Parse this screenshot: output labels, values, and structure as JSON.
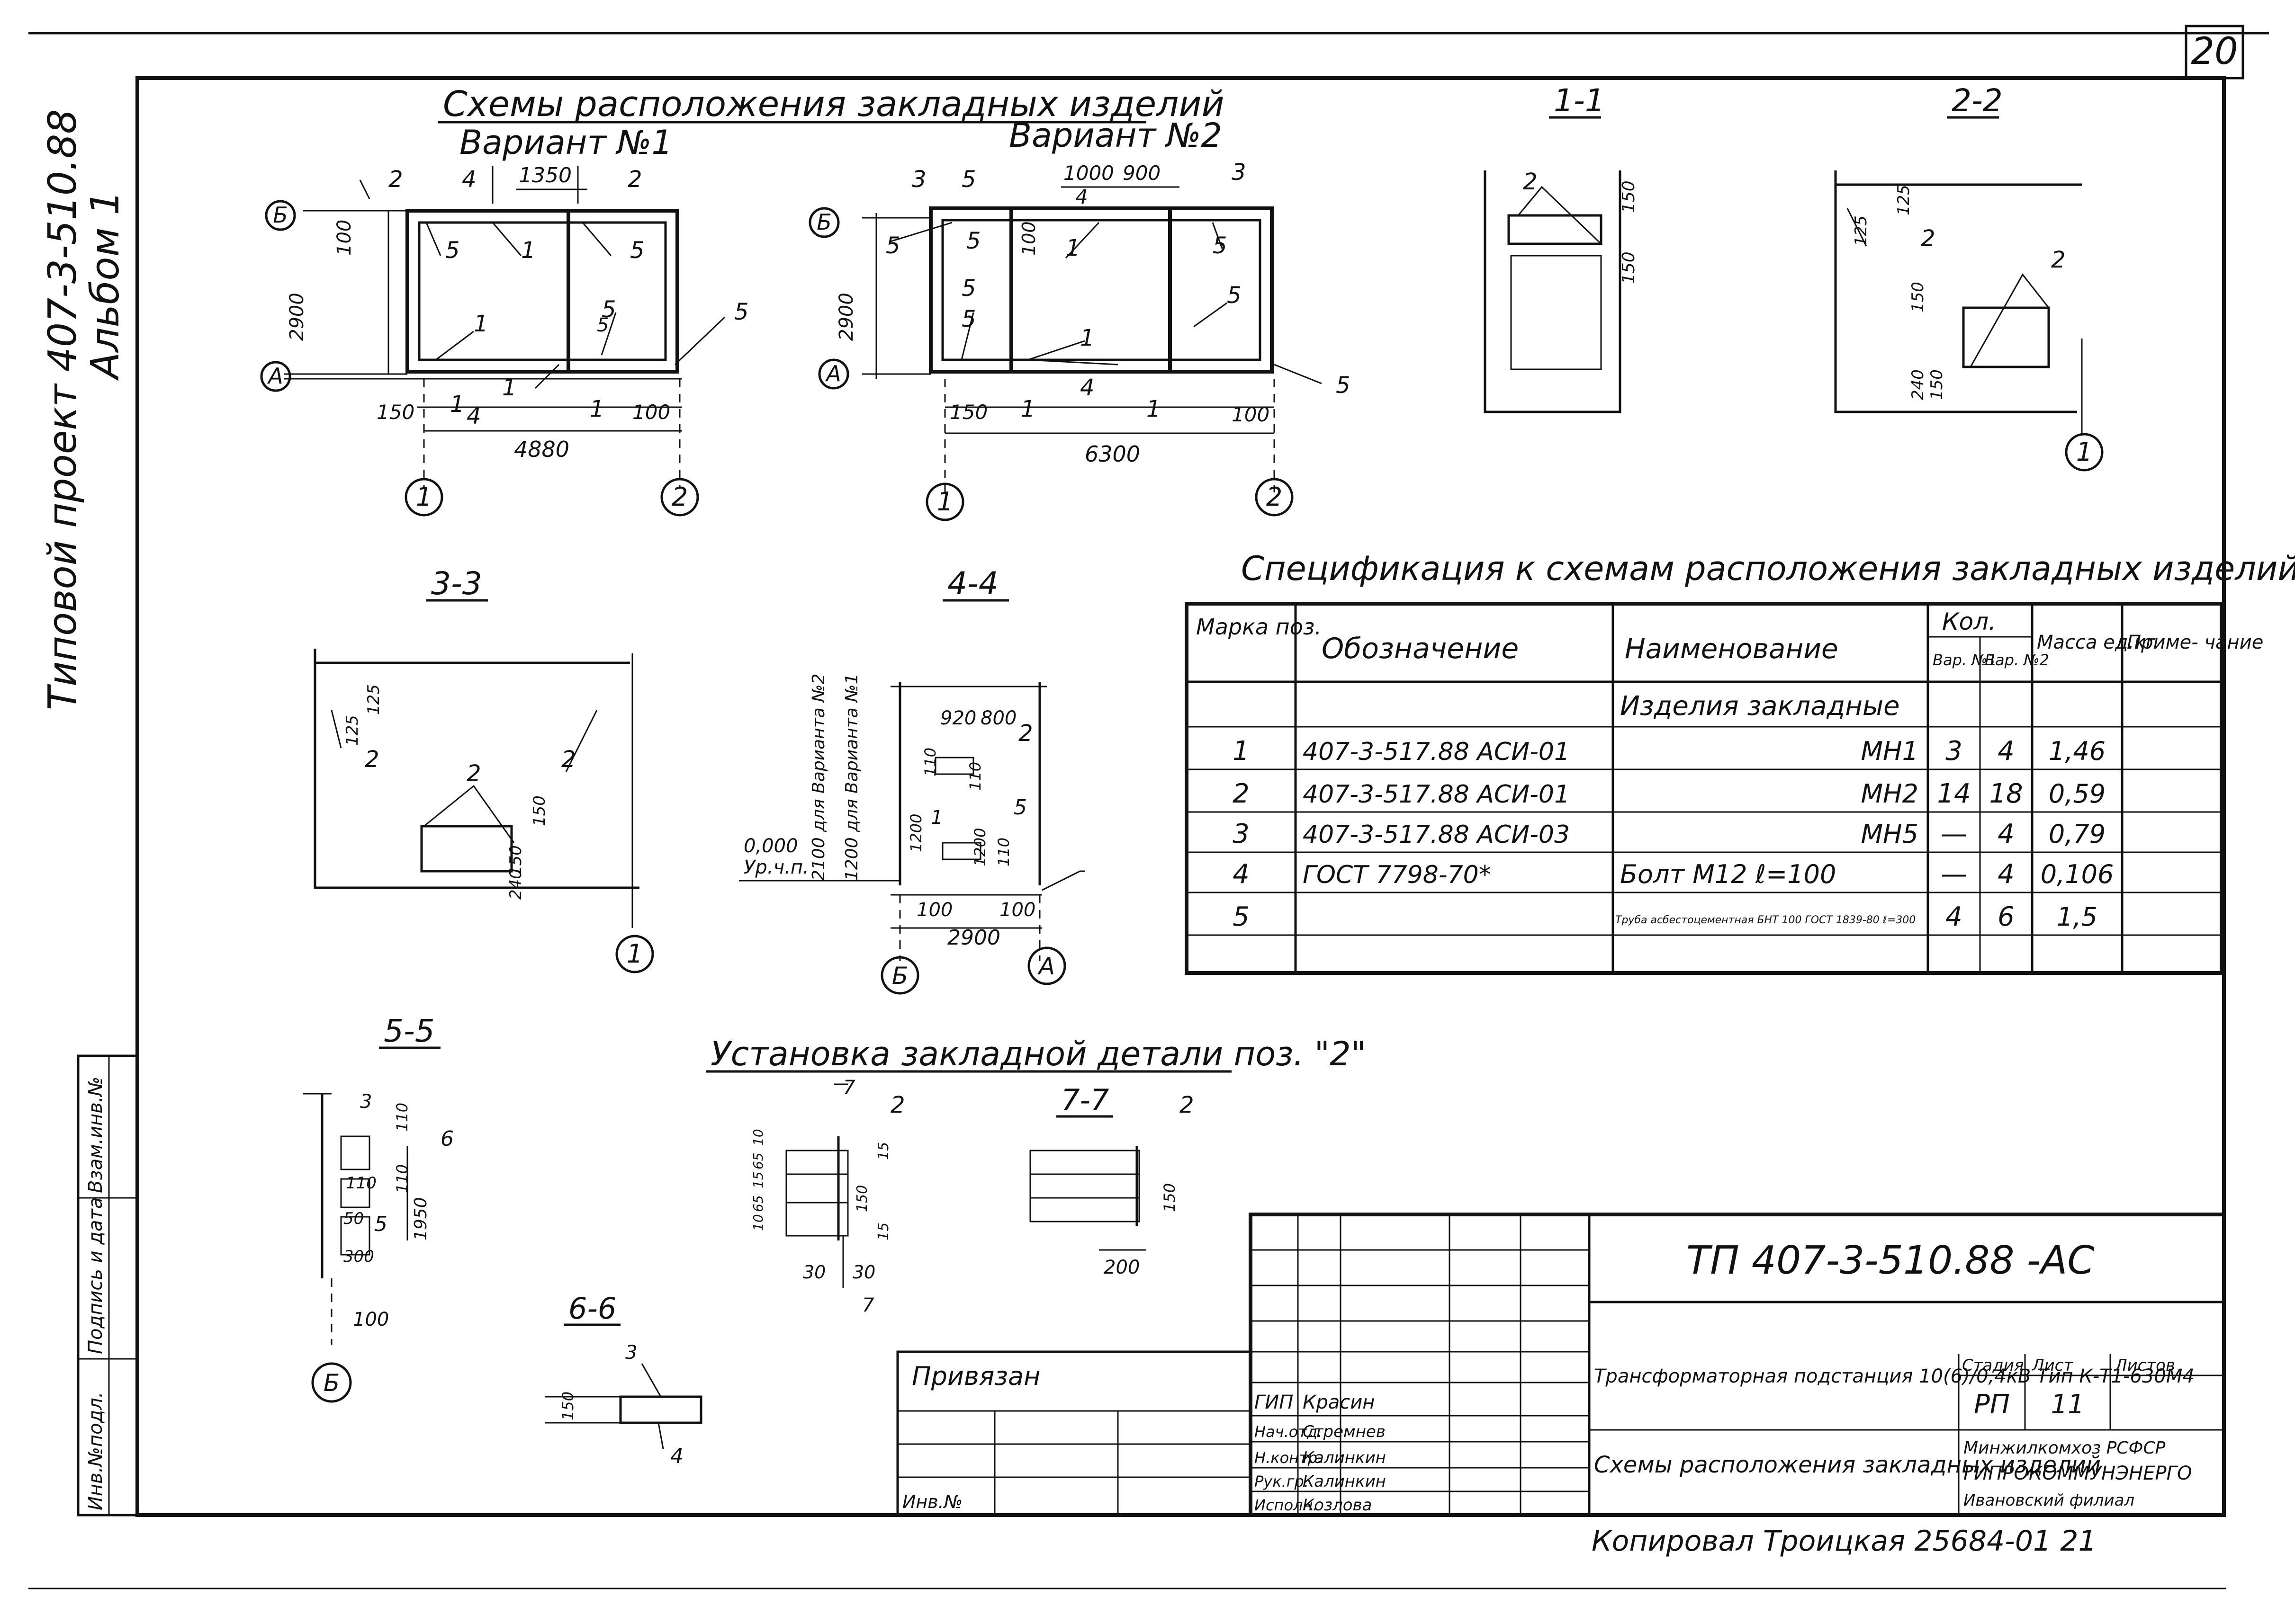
{
  "sheet_number": "20",
  "side_stamp": {
    "project": "Типовой проект 407-3-510.88",
    "album": "Альбом 1"
  },
  "main_title": "Схемы расположения закладных изделий",
  "variant1": {
    "title": "Вариант №1",
    "dims": [
      "1350",
      "100",
      "2900",
      "150",
      "4880",
      "100"
    ],
    "axes": [
      "Б",
      "А",
      "1",
      "2"
    ],
    "section_marks": [
      "2",
      "4",
      "2",
      "1",
      "4",
      "1"
    ],
    "positions": [
      "5",
      "1",
      "5",
      "5",
      "1",
      "1",
      "5",
      "5"
    ]
  },
  "variant2": {
    "title": "Вариант №2",
    "dims": [
      "1000",
      "900",
      "100",
      "2900",
      "150",
      "6300",
      "100"
    ],
    "axes": [
      "Б",
      "А",
      "1",
      "2"
    ],
    "section_marks": [
      "3",
      "5",
      "4",
      "3",
      "1",
      "4",
      "1"
    ],
    "positions": [
      "5",
      "5",
      "5",
      "5",
      "1",
      "5",
      "1",
      "5",
      "5"
    ]
  },
  "section_1_1": {
    "title": "1-1",
    "labels": [
      "2",
      "150",
      "150"
    ]
  },
  "section_2_2": {
    "title": "2-2",
    "labels": [
      "125",
      "125",
      "2",
      "2",
      "150",
      "240",
      "150",
      "1"
    ]
  },
  "section_3_3": {
    "title": "3-3",
    "labels": [
      "125",
      "125",
      "2",
      "2",
      "2",
      "150",
      "150",
      "240",
      "1"
    ]
  },
  "section_4_4": {
    "title": "4-4",
    "labels": [
      "920",
      "800",
      "2",
      "110",
      "1200",
      "110",
      "2100 для Варианта №2",
      "1200 для Варианта №1",
      "1",
      "1200",
      "110",
      "5",
      "0,000",
      "Ур.ч.п.",
      "100",
      "100",
      "2900",
      "Б",
      "А"
    ]
  },
  "section_5_5": {
    "title": "5-5",
    "labels": [
      "3",
      "110",
      "6",
      "110",
      "1950",
      "110",
      "50",
      "5",
      "300",
      "100",
      "Б"
    ]
  },
  "section_6_6": {
    "title": "6-6",
    "labels": [
      "3",
      "150",
      "4"
    ]
  },
  "install_title": "Установка закладной детали поз. \"2\"",
  "install_labels": [
    "7",
    "2",
    "10",
    "65",
    "15",
    "65",
    "10",
    "15",
    "150",
    "15",
    "30",
    "30",
    "7"
  ],
  "section_7_7": {
    "title": "7-7",
    "labels": [
      "2",
      "150",
      "200"
    ]
  },
  "spec": {
    "title": "Спецификация к схемам расположения закладных изделий",
    "headers": {
      "mark": "Марка поз.",
      "designation": "Обозначение",
      "name": "Наименование",
      "qty": "Кол.",
      "var1": "Вар. №1",
      "var2": "Вар. №2",
      "mass": "Масса ед.кг",
      "note": "Приме- чание"
    },
    "group_label": "Изделия закладные",
    "rows": [
      {
        "mark": "1",
        "designation": "407-3-517.88 АСИ-01",
        "name": "МН1",
        "v1": "3",
        "v2": "4",
        "mass": "1,46",
        "note": ""
      },
      {
        "mark": "2",
        "designation": "407-3-517.88 АСИ-01",
        "name": "МН2",
        "v1": "14",
        "v2": "18",
        "mass": "0,59",
        "note": ""
      },
      {
        "mark": "3",
        "designation": "407-3-517.88 АСИ-03",
        "name": "МН5",
        "v1": "—",
        "v2": "4",
        "mass": "0,79",
        "note": ""
      },
      {
        "mark": "4",
        "designation": "ГОСТ 7798-70*",
        "name": "Болт М12 ℓ=100",
        "v1": "—",
        "v2": "4",
        "mass": "0,106",
        "note": ""
      },
      {
        "mark": "5",
        "designation": "",
        "name": "Труба асбестоцементная БНТ 100 ГОСТ 1839-80 ℓ=300",
        "v1": "4",
        "v2": "6",
        "mass": "1,5",
        "note": ""
      }
    ]
  },
  "titleblock": {
    "code": "ТП   407-3-510.88 -АС",
    "attached": "Привязан",
    "inv": "Инв.№",
    "roles": [
      "ГИП",
      "Нач.отд.",
      "Н.контр.",
      "Рук.гр.",
      "Исполн."
    ],
    "people": [
      "Красин",
      "Стремнев",
      "Калинкин",
      "Калинкин",
      "Козлова"
    ],
    "object_title": "Трансформаторная подстанция 10(6)/0,4кВ Тип К-Т1-630М4",
    "sheet_title": "Схемы расположения закладных изделий",
    "stage_label": "Стадия",
    "sheet_label": "Лист",
    "sheets_label": "Листов",
    "stage": "РП",
    "sheet": "11",
    "org_line1": "Минжилкомхоз РСФСР",
    "org_line2": "ГИПРОКОММУНЭНЕРГО",
    "org_line3": "Ивановский филиал"
  },
  "left_stamp": [
    "Инв.№подл.",
    "Подпись и дата",
    "Взам.инв.№"
  ],
  "bottom_note": "Копировал Троицкая   25684-01  21"
}
